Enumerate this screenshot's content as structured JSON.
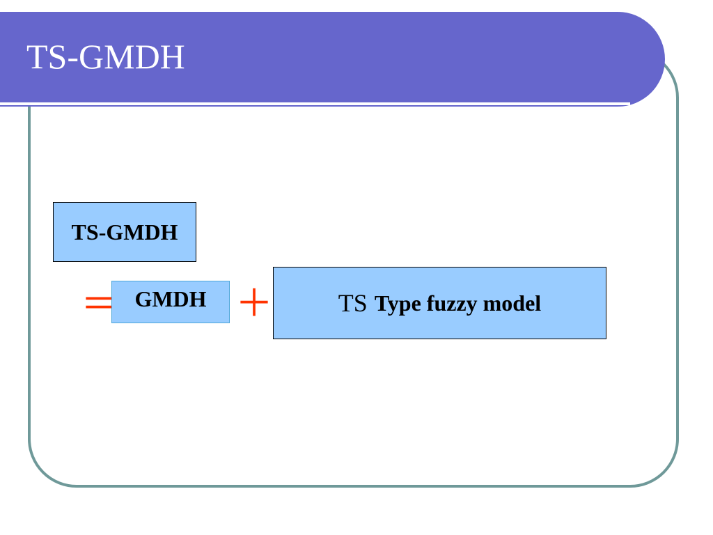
{
  "slide": {
    "title": "TS-GMDH"
  },
  "diagram": {
    "ts_gmdh_label": "TS-GMDH",
    "equals_sign": "＝",
    "gmdh_label": "GMDH",
    "plus_sign": "＋",
    "ts_model_prefix": "TS",
    "ts_model_rest": "Type fuzzy model"
  },
  "colors": {
    "title_bar": "#6666cc",
    "frame_border": "#6f9999",
    "box_fill": "#99ccff",
    "operator": "#ff3300"
  }
}
